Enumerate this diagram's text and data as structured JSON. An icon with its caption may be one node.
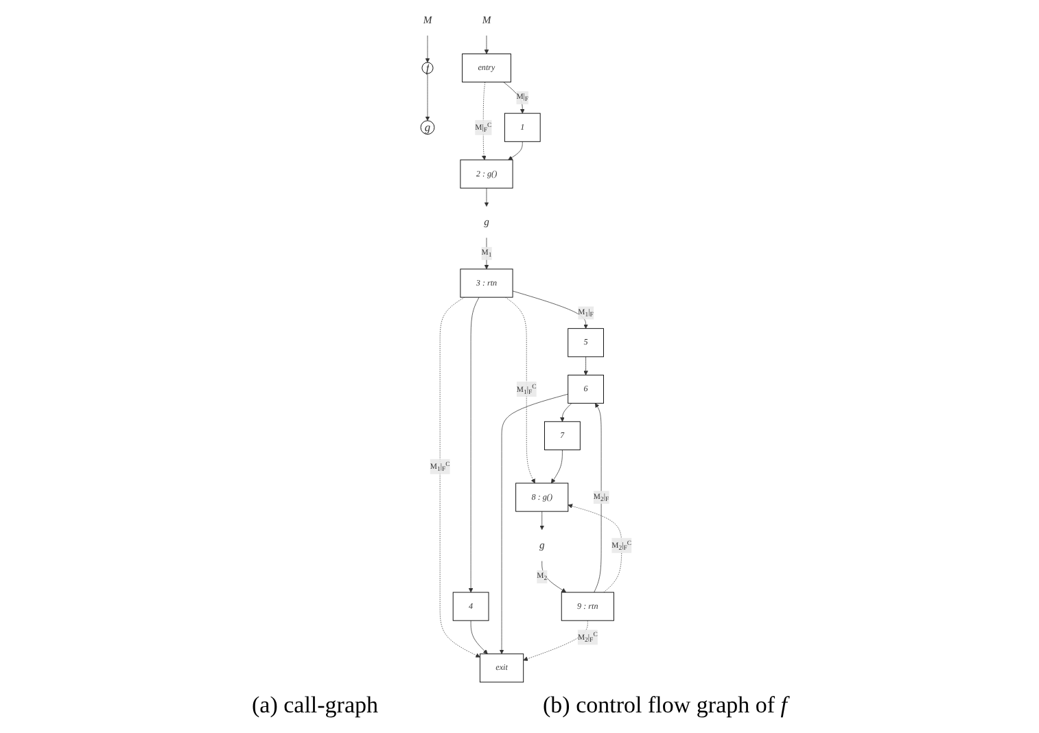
{
  "diagram": {
    "nodes": [
      {
        "text": [
          "M"
        ]
      },
      {
        "text": [
          "f"
        ]
      },
      {
        "text": [
          "g"
        ]
      },
      {
        "text": [
          "M"
        ]
      },
      {
        "text": [
          "entry"
        ]
      },
      {
        "text": [
          "1"
        ]
      },
      {
        "text": [
          "2 : g()"
        ]
      },
      {
        "text": [
          "g"
        ]
      },
      {
        "text": [
          "3 : rtn"
        ]
      },
      {
        "text": [
          "4"
        ]
      },
      {
        "text": [
          "5"
        ]
      },
      {
        "text": [
          "7"
        ]
      },
      {
        "text": [
          "6"
        ]
      },
      {
        "text": [
          "8 : g()"
        ]
      },
      {
        "text": [
          "g"
        ]
      },
      {
        "text": [
          "9 : rtn"
        ]
      },
      {
        "text": [
          "exit"
        ]
      }
    ],
    "edges": [
      {
        "from": 0,
        "to": 1,
        "arrow": "to"
      },
      {
        "from": 1,
        "to": 2,
        "arrow": "to"
      },
      {
        "from": 3,
        "to": 4,
        "arrow": "to"
      },
      {
        "from": 4,
        "to": 5,
        "arrow": "to",
        "label": "M|$_{F}$"
      },
      {
        "from": 4,
        "to": 6,
        "arrow": "to",
        "label": "M|$_{F}$$^{C}$",
        "style": "dashed"
      },
      {
        "from": 5,
        "to": 6,
        "arrow": "to"
      },
      {
        "from": 6,
        "to": 7,
        "arrow": "to"
      },
      {
        "from": 7,
        "to": 8,
        "arrow": "to",
        "label": "M$_{1}$"
      },
      {
        "from": 8,
        "to": 9,
        "arrow": "to"
      },
      {
        "from": 8,
        "to": 10,
        "arrow": "to",
        "label": "M$_{1}$|$_{F}$"
      },
      {
        "from": 8,
        "to": 16,
        "arrow": "to",
        "label": "M$_{1}$|$_{F}$$^{C}$",
        "style": "dashed"
      },
      {
        "from": 8,
        "to": 13,
        "arrow": "to",
        "label": "M$_{1}$|$_{F}$$^{C}$",
        "style": "dashed"
      },
      {
        "from": 10,
        "to": 12,
        "arrow": "to"
      },
      {
        "from": 12,
        "to": 11,
        "arrow": "to"
      },
      {
        "from": 11,
        "to": 13,
        "arrow": "to"
      },
      {
        "from": 9,
        "to": 16,
        "arrow": "to"
      },
      {
        "from": 12,
        "to": 16,
        "arrow": "to"
      },
      {
        "from": 13,
        "to": 14,
        "arrow": "to"
      },
      {
        "from": 14,
        "to": 15,
        "arrow": "to",
        "label": "M$_{2}$"
      },
      {
        "from": 15,
        "to": 12,
        "arrow": "to",
        "label": "M$_{2}$|$_{F}$"
      },
      {
        "from": 15,
        "to": 16,
        "arrow": "to",
        "label": "M$_{2}$|$_{F}$$^{C}$",
        "style": "dashed"
      },
      {
        "from": 15,
        "to": 13,
        "arrow": "to",
        "label": "M$_{2}$|$_{F}$$^{C}$",
        "style": "dashed"
      }
    ],
    "labels": [
      "(a) call-graph",
      "(b) control flow graph of *f*"
    ]
  }
}
